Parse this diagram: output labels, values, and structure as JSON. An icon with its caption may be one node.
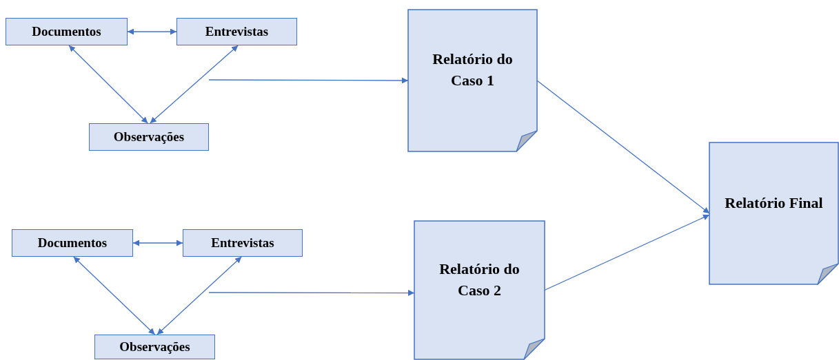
{
  "diagram": {
    "nodes": [
      {
        "text": [
          "Documentos"
        ]
      },
      {
        "text": [
          "Entrevistas"
        ]
      },
      {
        "text": [
          "Observações"
        ]
      },
      {
        "text": [
          "Relatório do Caso 1"
        ]
      },
      {
        "text": [
          "Documentos"
        ]
      },
      {
        "text": [
          "Entrevistas"
        ]
      },
      {
        "text": [
          "Observações"
        ]
      },
      {
        "text": [
          "Relatório do Caso 2"
        ]
      },
      {
        "text": [
          "Relatório Final"
        ]
      }
    ],
    "edges": [
      {
        "from": 0,
        "to": 1,
        "arrow": "both"
      },
      {
        "from": 0,
        "to": 2,
        "arrow": "both"
      },
      {
        "from": 1,
        "to": 2,
        "arrow": "both"
      },
      {
        "from": null,
        "to": 3,
        "arrow": "to"
      },
      {
        "from": 3,
        "to": 8,
        "arrow": "to"
      },
      {
        "from": 4,
        "to": 5,
        "arrow": "both"
      },
      {
        "from": 4,
        "to": 6,
        "arrow": "both"
      },
      {
        "from": 5,
        "to": 6,
        "arrow": "both"
      },
      {
        "from": null,
        "to": 7,
        "arrow": "to"
      },
      {
        "from": 7,
        "to": 8,
        "arrow": "to"
      }
    ]
  }
}
